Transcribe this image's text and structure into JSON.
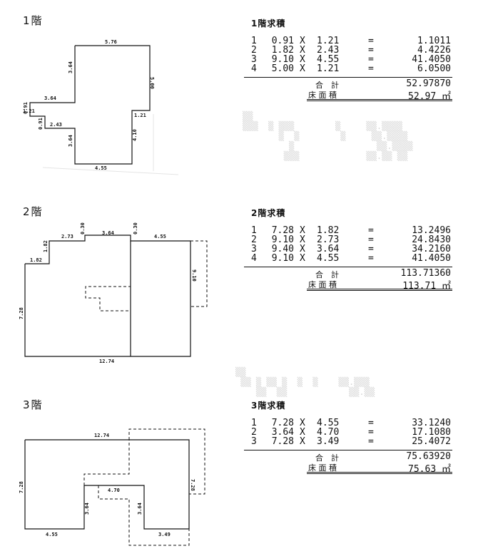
{
  "floors": [
    {
      "title": "1階",
      "calc_title": "1階求積",
      "rows": [
        {
          "no": "1",
          "a": "0.91",
          "x": "X",
          "b": "1.21",
          "eq": "=",
          "r": "1.1011"
        },
        {
          "no": "2",
          "a": "1.82",
          "x": "X",
          "b": "2.43",
          "eq": "=",
          "r": "4.4226"
        },
        {
          "no": "3",
          "a": "9.10",
          "x": "X",
          "b": "4.55",
          "eq": "=",
          "r": "41.4050"
        },
        {
          "no": "4",
          "a": "5.00",
          "x": "X",
          "b": "1.21",
          "eq": "=",
          "r": "6.0500"
        }
      ],
      "total_label": "合　計",
      "total": "52.97870",
      "area_label": "床 面 積",
      "area": "52.97 ㎡",
      "dims": [
        "5.76",
        "5.00",
        "3.64",
        "0.91",
        "3.64",
        "1.21",
        "0.91",
        "2.43",
        "1.21",
        "4.10",
        "3.64",
        "4.55"
      ]
    },
    {
      "title": "2階",
      "calc_title": "2階求積",
      "rows": [
        {
          "no": "1",
          "a": "7.28",
          "x": "X",
          "b": "1.82",
          "eq": "=",
          "r": "13.2496"
        },
        {
          "no": "2",
          "a": "9.10",
          "x": "X",
          "b": "2.73",
          "eq": "=",
          "r": "24.8430"
        },
        {
          "no": "3",
          "a": "9.40",
          "x": "X",
          "b": "3.64",
          "eq": "=",
          "r": "34.2160"
        },
        {
          "no": "4",
          "a": "9.10",
          "x": "X",
          "b": "4.55",
          "eq": "=",
          "r": "41.4050"
        }
      ],
      "total_label": "合　計",
      "total": "113.71360",
      "area_label": "床 面 積",
      "area": "113.71 ㎡",
      "dims": [
        "2.73",
        "0.30",
        "3.64",
        "0.30",
        "4.55",
        "1.82",
        "1.82",
        "7.28",
        "9.10",
        "12.74"
      ]
    },
    {
      "title": "3階",
      "calc_title": "3階求積",
      "rows": [
        {
          "no": "1",
          "a": "7.28",
          "x": "X",
          "b": "4.55",
          "eq": "=",
          "r": "33.1240"
        },
        {
          "no": "2",
          "a": "3.64",
          "x": "X",
          "b": "4.70",
          "eq": "=",
          "r": "17.1080"
        },
        {
          "no": "3",
          "a": "7.28",
          "x": "X",
          "b": "3.49",
          "eq": "=",
          "r": "25.4072"
        }
      ],
      "total_label": "合　計",
      "total": "75.63920",
      "area_label": "床 面 積",
      "area": "75.63 ㎡",
      "dims": [
        "12.74",
        "7.28",
        "7.28",
        "4.70",
        "3.64",
        "3.64",
        "4.55",
        "3.49"
      ]
    }
  ],
  "colors": {
    "ink": "#111111",
    "ghost": "#d8d8d8"
  }
}
